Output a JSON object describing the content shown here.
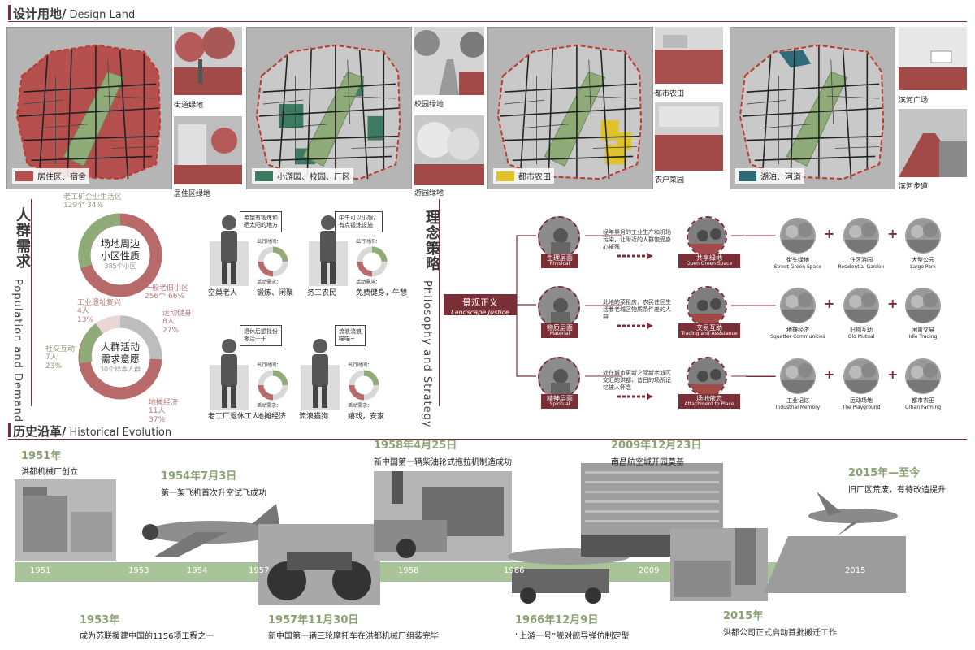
{
  "sections": {
    "design_land": {
      "cn": "设计用地/",
      "en": "Design Land"
    },
    "population": {
      "cn": "人群需求",
      "en": "Population and Demand"
    },
    "philosophy": {
      "cn": "理念策略",
      "en": "Philosophy and Strategy"
    },
    "history": {
      "cn": "历史沿革/",
      "en": "Historical Evolution"
    }
  },
  "maps": [
    {
      "legend": "居住区、宿舍",
      "color": "#b5504f"
    },
    {
      "legend": "小游园、校园、厂区",
      "color": "#3d7a62"
    },
    {
      "legend": "都市农田",
      "color": "#e0c22a"
    },
    {
      "legend": "湖泊、河道",
      "color": "#2f6a78"
    }
  ],
  "photo_captions": {
    "street": "街道绿地",
    "residential": "居住区绿地",
    "campus": "校园绿地",
    "park": "游园绿地",
    "urban_farm": "都市农田",
    "vegetable": "农户菜园",
    "riverside_square": "滨河广场",
    "riverside_walk": "滨河步道"
  },
  "donut1": {
    "center": "场地周边\n小区性质",
    "center_sub": "385个小区",
    "label_a": "老工矿企业生活区",
    "label_a_val": "129个  34%",
    "label_b": "一般老旧小区",
    "label_b_val": "256个  66%"
  },
  "donut2": {
    "center": "人群活动\n需求意愿",
    "center_sub": "30个样本人群",
    "label_a": "工业遗址复兴",
    "label_a_val": "4人\n13%",
    "label_b": "运动健身",
    "label_b_val": "8人\n27%",
    "label_c": "社交互动",
    "label_c_val": "7人\n23%",
    "label_d": "地摊经济",
    "label_d_val": "11人\n37%"
  },
  "personas": [
    {
      "name": "空巢老人",
      "bubble": "希望有锻炼和\n晒太阳的地方",
      "need": "锻炼、闲聚",
      "time": "出行时间：",
      "need_lbl": "活动需求："
    },
    {
      "name": "务工农民",
      "bubble": "中午可以小憩，\n有点锻炼设施",
      "need": "免费健身，午憩",
      "time": "出行时间：",
      "need_lbl": "活动需求："
    },
    {
      "name": "老工厂退休工人",
      "bubble": "退休后想找份\n零活干干",
      "need": "地摊经济",
      "time": "出行时间：",
      "need_lbl": "活动需求："
    },
    {
      "name": "流浪猫狗",
      "bubble": "流浪流浪\n喵喵~",
      "need": "嬉戏，安家",
      "time": "出行时间：",
      "need_lbl": "活动需求："
    }
  ],
  "strategy": {
    "core": "景观正义",
    "core_en": "Landscape Justice",
    "rows": [
      {
        "tag": "生理层面",
        "tag_en": "Physical",
        "desc": "经年累月的工业生产和机场污染，让附近的人群饱受身心摧残",
        "result": "共享绿地",
        "result_en": "Open Green Space",
        "items": [
          {
            "cn": "街头绿地",
            "en": "Street Green Space"
          },
          {
            "cn": "住区游园",
            "en": "Residential Garden"
          },
          {
            "cn": "大型公园",
            "en": "Large Park"
          }
        ]
      },
      {
        "tag": "物质层面",
        "tag_en": "Material",
        "desc": "此地的菜租房，农民住区生活着老城区物质条件差的人群",
        "result": "交易互助",
        "result_en": "Trading and Assistance",
        "items": [
          {
            "cn": "地摊经济",
            "en": "Squatter Communities"
          },
          {
            "cn": "旧物互助",
            "en": "Old Mutual"
          },
          {
            "cn": "闲置交易",
            "en": "Idle Trading"
          }
        ]
      },
      {
        "tag": "精神层面",
        "tag_en": "Spiritual",
        "desc": "处在城市更新之际新老城区交汇的洪都，昔日的场所记忆被人怀念",
        "result": "场地依恋",
        "result_en": "Attachment to Place",
        "items": [
          {
            "cn": "工业记忆",
            "en": "Industrial Memory"
          },
          {
            "cn": "运动场地",
            "en": "The Playground"
          },
          {
            "cn": "都市农田",
            "en": "Urban Farming"
          }
        ]
      }
    ]
  },
  "timeline": {
    "ticks": [
      "1951",
      "1953",
      "1954",
      "1957",
      "1958",
      "1966",
      "2009",
      "2015"
    ],
    "events": [
      {
        "date": "1951年",
        "text": "洪都机械厂创立"
      },
      {
        "date": "1953年",
        "text": "成为苏联援建中国的1156项工程之一"
      },
      {
        "date": "1954年7月3日",
        "text": "第一架飞机首次升空试飞成功"
      },
      {
        "date": "1957年11月30日",
        "text": "新中国第一辆三轮摩托车在洪都机械厂组装完毕"
      },
      {
        "date": "1958年4月25日",
        "text": "新中国第一辆柴油轮式拖拉机制造成功"
      },
      {
        "date": "1966年12月9日",
        "text": "“上游一号”舰对舰导弹仿制定型"
      },
      {
        "date": "2009年12月23日",
        "text": "南昌航空城开园奠基"
      },
      {
        "date": "2015年",
        "text": "洪都公司正式启动首批搬迁工作"
      },
      {
        "date": "2015年—至今",
        "text": "旧厂区荒废，有待改造提升"
      }
    ]
  },
  "colors": {
    "accent": "#7a2e35",
    "green": "#8aa272",
    "red": "#b5504f"
  }
}
